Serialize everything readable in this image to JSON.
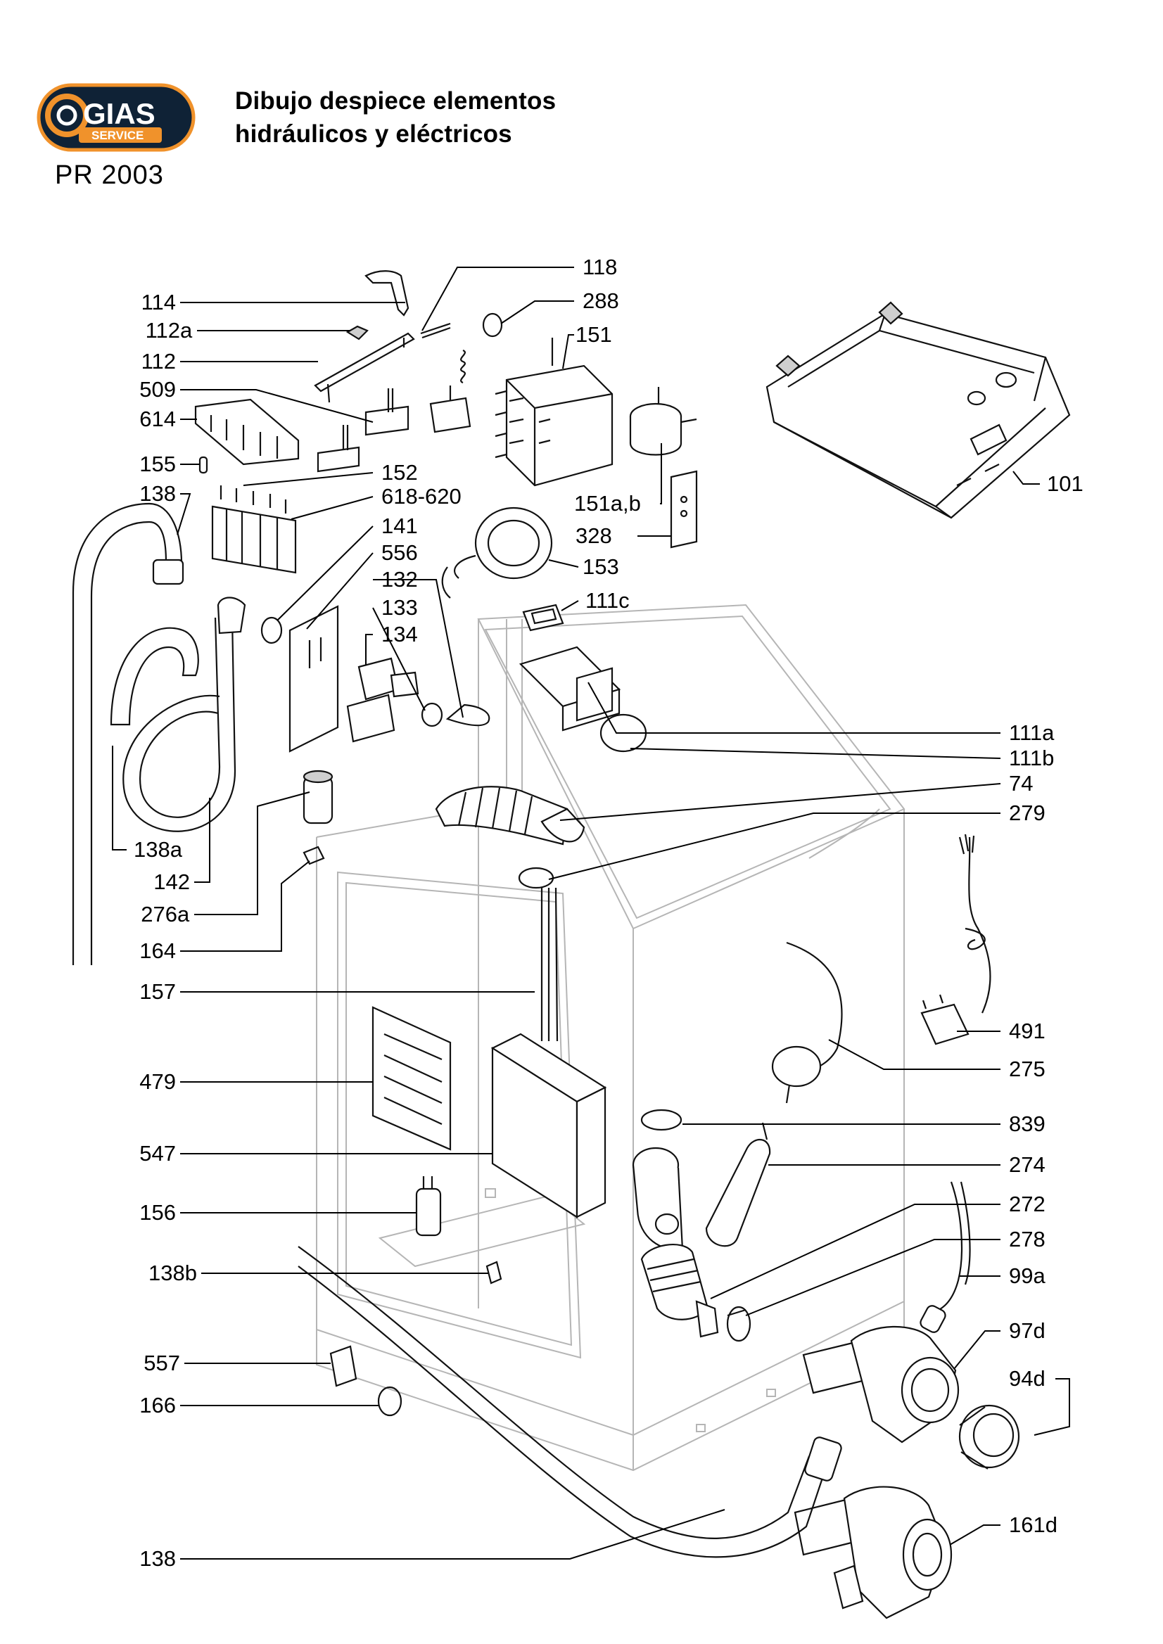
{
  "header": {
    "title_line1": "Dibujo despiece elementos",
    "title_line2": "hidráulicos y eléctricos",
    "doc_code": "PR 2003"
  },
  "logo": {
    "brand": "GIAS",
    "sub": "SERVICE",
    "colors": {
      "badge": "#0f2236",
      "ring": "#f0922b",
      "text": "#ffffff"
    }
  },
  "diagram": {
    "line_color": "#000000",
    "cabinet_outline_color": "#b5b5b5",
    "callouts": [
      "114",
      "112a",
      "112",
      "509",
      "614",
      "155",
      "138",
      "118",
      "288",
      "151",
      "152",
      "618-620",
      "141",
      "556",
      "132",
      "133",
      "134",
      "151a,b",
      "328",
      "153",
      "111c",
      "101",
      "111a",
      "111b",
      "74",
      "279",
      "138a",
      "142",
      "276a",
      "164",
      "157",
      "479",
      "547",
      "156",
      "138b",
      "557",
      "166",
      "138",
      "491",
      "275",
      "839",
      "274",
      "272",
      "278",
      "99a",
      "97d",
      "94d",
      "161d"
    ]
  }
}
